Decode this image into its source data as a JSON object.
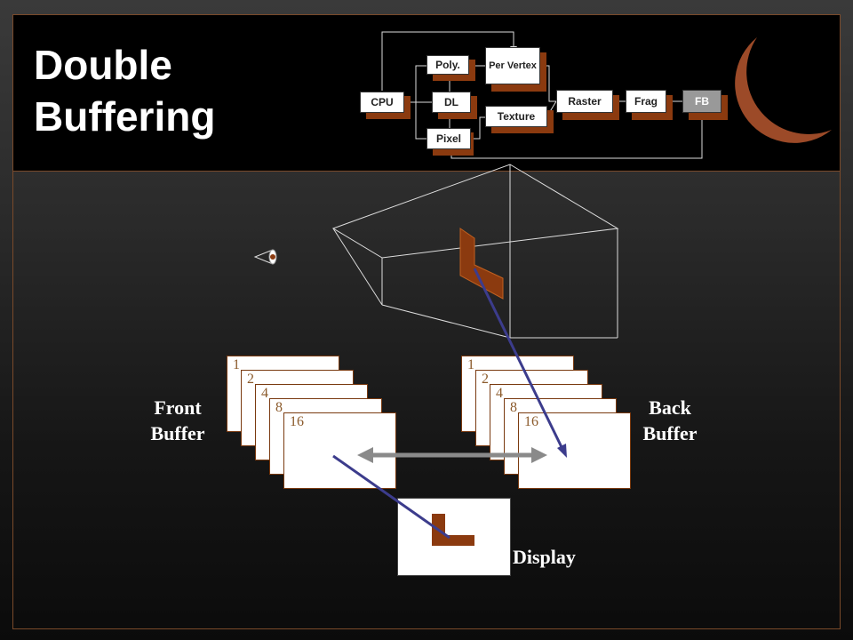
{
  "title": {
    "line1": "Double",
    "line2": "Buffering"
  },
  "pipeline": {
    "cpu": "CPU",
    "dl": "DL",
    "poly": "Poly.",
    "per_vertex": "Per Vertex",
    "texture": "Texture",
    "pixel": "Pixel",
    "raster": "Raster",
    "frag": "Frag",
    "fb": "FB"
  },
  "labels": {
    "front_buffer_line1": "Front",
    "front_buffer_line2": "Buffer",
    "back_buffer_line1": "Back",
    "back_buffer_line2": "Buffer",
    "display": "Display"
  },
  "bit_planes": [
    "1",
    "2",
    "4",
    "8",
    "16"
  ],
  "colors": {
    "accent": "#8b3a0f",
    "moon": "#9c4a28",
    "arrow_line": "#3c3c8c",
    "swap_arrow": "#8a8a8a"
  }
}
